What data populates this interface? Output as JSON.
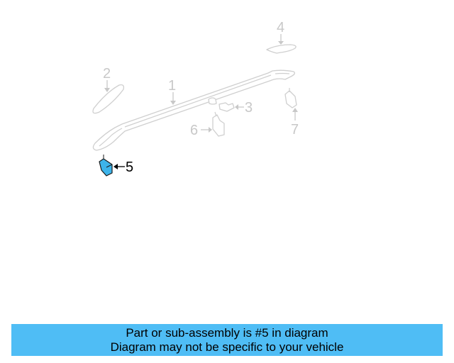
{
  "diagram": {
    "highlighted_part": "5",
    "highlight_color": "#3db4ea",
    "callouts": [
      {
        "id": "1",
        "label": "1"
      },
      {
        "id": "2",
        "label": "2"
      },
      {
        "id": "3",
        "label": "3"
      },
      {
        "id": "4",
        "label": "4"
      },
      {
        "id": "5",
        "label": "5"
      },
      {
        "id": "6",
        "label": "6"
      },
      {
        "id": "7",
        "label": "7"
      }
    ]
  },
  "banner": {
    "line1": "Part or sub-assembly is #5 in diagram",
    "line2": "Diagram may not be specific to your vehicle",
    "background": "#4fbdf5"
  }
}
